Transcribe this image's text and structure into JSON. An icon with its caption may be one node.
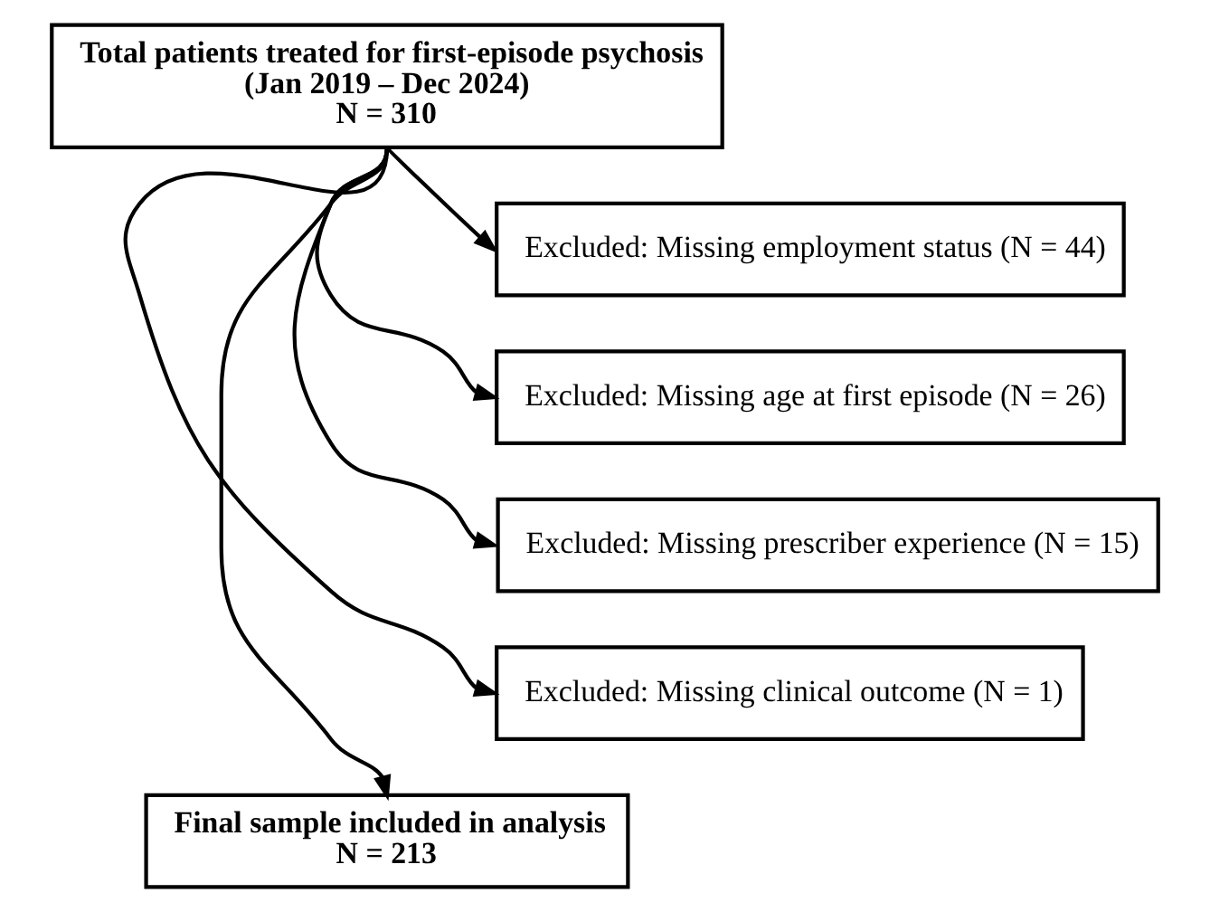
{
  "diagram": {
    "nodes": [
      {
        "text": [
          "Total patients treated for first-episode psychosis",
          "(Jan 2019 – Dec 2024)",
          "N = 310"
        ]
      },
      {
        "text": [
          "Excluded: Missing employment status (N = 44)"
        ]
      },
      {
        "text": [
          "Excluded: Missing age at first episode (N = 26)"
        ]
      },
      {
        "text": [
          "Excluded: Missing prescriber experience (N = 15)"
        ]
      },
      {
        "text": [
          "Excluded: Missing clinical outcome (N = 1)"
        ]
      },
      {
        "text": [
          "Final sample included in analysis",
          "N = 213"
        ]
      }
    ],
    "edges": [
      {
        "from": 0,
        "to": 5,
        "arrow": "to"
      },
      {
        "from": 0,
        "to": 1,
        "arrow": "to"
      },
      {
        "from": 0,
        "to": 2,
        "arrow": "to"
      },
      {
        "from": 0,
        "to": 3,
        "arrow": "to"
      },
      {
        "from": 0,
        "to": 4,
        "arrow": "to"
      }
    ]
  }
}
